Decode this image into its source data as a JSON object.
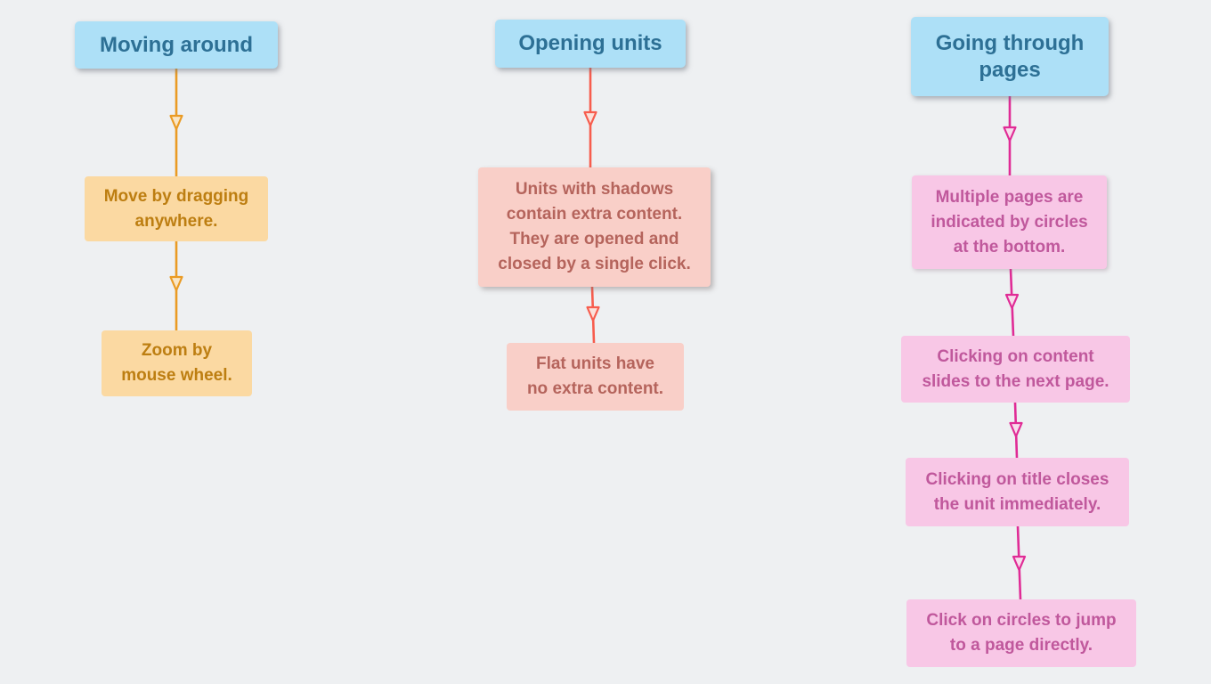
{
  "app": {
    "background_color": "#eef0f2",
    "title_bg_color": "#ade0f7",
    "title_text_color": "#2d7095"
  },
  "columns": [
    {
      "title": "Moving around",
      "theme": {
        "line_color": "#ea9b24",
        "node_bg": "#fbd9a2",
        "node_text_color": "#bd7e11",
        "arrowhead_fill": "#f9e6c6"
      },
      "nodes": [
        {
          "text": "Move by dragging\nanywhere."
        },
        {
          "text": "Zoom by\nmouse wheel."
        }
      ]
    },
    {
      "title": "Opening units",
      "theme": {
        "line_color": "#f75d4e",
        "node_bg": "#f9cfc8",
        "node_text_color": "#b5645c",
        "arrowhead_fill": "#fbe1da"
      },
      "nodes": [
        {
          "text": "Units with shadows\ncontain extra content.\nThey are opened and\nclosed by a single click.",
          "shadow": true
        },
        {
          "text": "Flat units have\nno extra content."
        }
      ]
    },
    {
      "title": "Going through\npages",
      "theme": {
        "line_color": "#e02c96",
        "node_bg": "#f8c7e6",
        "node_text_color": "#c0589c",
        "arrowhead_fill": "#f8dcec"
      },
      "nodes": [
        {
          "text": "Multiple pages are\nindicated by circles\nat the bottom.",
          "shadow": true
        },
        {
          "text": "Clicking on content\nslides to the next page."
        },
        {
          "text": "Clicking on title closes\nthe unit immediately."
        },
        {
          "text": "Click on circles to jump\nto a page directly."
        }
      ]
    }
  ]
}
